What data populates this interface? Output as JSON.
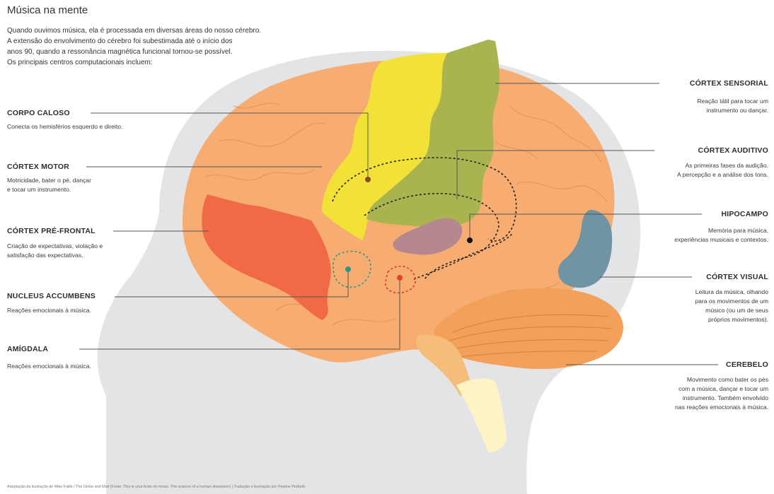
{
  "title": "Música na mente",
  "intro": [
    "Quando ouvimos música, ela é processada em diversas áreas do nosso cérebro.",
    "A extensão do envolvimento do cérebro foi subestimada até o início dos",
    "anos 90, quando a ressonância magnética funcional tornou-se possível.",
    "Os principais centros computacionais incluem:"
  ],
  "regions": {
    "corpo_caloso": {
      "label": "CORPO CALOSO",
      "desc": [
        "Conecta os hemisférios esquerdo e direito."
      ]
    },
    "cortex_motor": {
      "label": "CÓRTEX MOTOR",
      "desc": [
        "Motricidade, bater o pé, dançar",
        "e tocar um instrumento."
      ]
    },
    "cortex_pre_frontal": {
      "label": "CÓRTEX PRÉ-FRONTAL",
      "desc": [
        "Criação de expectativas, violação e",
        "satisfação das expectativas."
      ]
    },
    "nucleus_accumbens": {
      "label": "NUCLEUS ACCUMBENS",
      "desc": [
        "Reações emocionais à música."
      ]
    },
    "amigdala": {
      "label": "AMÍGDALA",
      "desc": [
        "Reações emocionais à música."
      ]
    },
    "cortex_sensorial": {
      "label": "CÓRTEX SENSORIAL",
      "desc": [
        "Reação tátil para tocar um",
        "instrumento ou dançar."
      ]
    },
    "cortex_auditivo": {
      "label": "CÓRTEX AUDITIVO",
      "desc": [
        "As primeiras fases da audição.",
        "A percepção e a análise dos tons."
      ]
    },
    "hipocampo": {
      "label": "HIPOCAMPO",
      "desc": [
        "Memória para música,",
        "experiências musicais e contextos."
      ]
    },
    "cortex_visual": {
      "label": "CÓRTEX VISUAL",
      "desc": [
        "Leitura da música, olhando",
        "para os movimentos de um",
        "músico (ou um de seus",
        "próprios movimentos)."
      ]
    },
    "cerebelo": {
      "label": "CEREBELO",
      "desc": [
        "Movimento como bater os pés",
        "com a música, dançar e tocar um",
        "instrumento. Também envolvido",
        "nas reações emocionais à música."
      ]
    }
  },
  "credit": "Adaptação da ilustração de Mike Faille / The Globe and Mail (Fonte: This is your brain on music: The science of a human obsession) | Tradução e ilustração por Pauline Pedreth.",
  "colors": {
    "head": "#e3e4e6",
    "brain": "#f7ad72",
    "motor": "#f2e238",
    "sensorial": "#a9b44f",
    "prefrontal": "#ef6a45",
    "hipocampo": "#b5878f",
    "visual": "#6f95a4",
    "cerebelo": "#f2a05a",
    "stem": "#fdf3c4"
  }
}
